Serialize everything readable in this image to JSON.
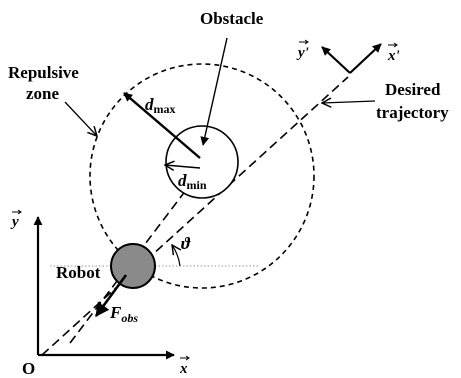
{
  "labels": {
    "obstacle": "Obstacle",
    "repulsive_line1": "Repulsive",
    "repulsive_line2": "zone",
    "desired_line1": "Desired",
    "desired_line2": "trajectory",
    "dmax_base": "d",
    "dmax_sub": "max",
    "dmin_base": "d",
    "dmin_sub": "min",
    "theta": "ϑ",
    "robot": "Robot",
    "fobs_base": "F",
    "fobs_sub": "obs",
    "origin": "O",
    "x_axis": "x",
    "y_axis": "y",
    "x_prime": "x'",
    "y_prime": "y'"
  },
  "colors": {
    "ink": "#000000",
    "robot_fill": "#8a8a8a",
    "obstacle_fill": "#ffffff",
    "reference_line": "#999999"
  }
}
